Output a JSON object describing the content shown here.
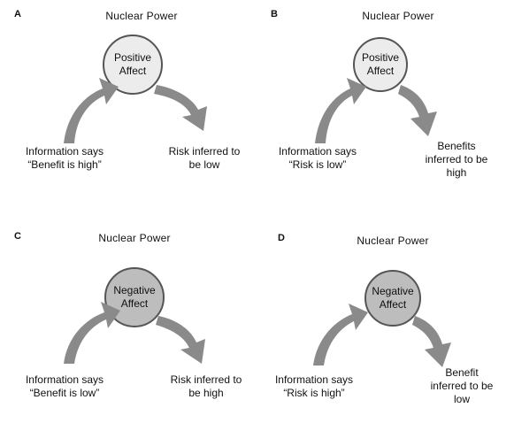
{
  "colors": {
    "positive_fill": "#ececec",
    "negative_fill": "#bdbdbd",
    "circle_stroke": "#555555",
    "arrow_fill": "#8a8a8a"
  },
  "panels": [
    {
      "letter": "A",
      "title": "Nuclear Power",
      "affect": "Positive\nAffect",
      "tone": "positive",
      "information": "Information says\n“Benefit is high”",
      "inferred": "Risk inferred to\nbe low"
    },
    {
      "letter": "B",
      "title": "Nuclear Power",
      "affect": "Positive\nAffect",
      "tone": "positive",
      "information": "Information says\n“Risk is low”",
      "inferred": "Benefits\ninferred to be\nhigh"
    },
    {
      "letter": "C",
      "title": "Nuclear Power",
      "affect": "Negative\nAffect",
      "tone": "negative",
      "information": "Information says\n“Benefit is low”",
      "inferred": "Risk inferred to\nbe high"
    },
    {
      "letter": "D",
      "title": "Nuclear Power",
      "affect": "Negative\nAffect",
      "tone": "negative",
      "information": "Information says\n“Risk is high”",
      "inferred": "Benefit\ninferred to be\nlow"
    }
  ]
}
